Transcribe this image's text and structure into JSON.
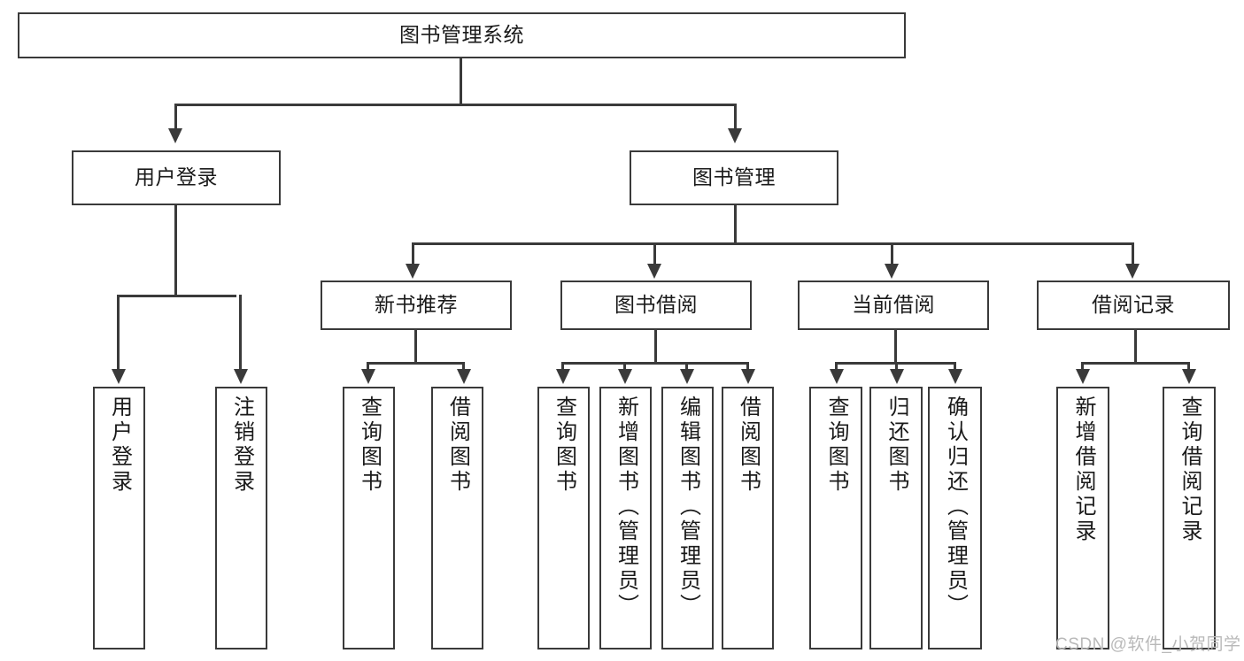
{
  "diagram": {
    "title": "图书管理系统",
    "type": "tree-hierarchy",
    "colors": {
      "stroke": "#3a3a3a",
      "fill": "#ffffff",
      "text": "#1a1a1a",
      "watermark": "#b9b9b9"
    }
  },
  "nodes": {
    "root": {
      "label": "图书管理系统"
    },
    "level2": [
      {
        "label": "用户登录"
      },
      {
        "label": "图书管理"
      }
    ],
    "level3": [
      {
        "label": "新书推荐"
      },
      {
        "label": "图书借阅"
      },
      {
        "label": "当前借阅"
      },
      {
        "label": "借阅记录"
      }
    ],
    "leaves": {
      "user_login": [
        {
          "label": "用户登录"
        },
        {
          "label": "注销登录"
        }
      ],
      "new_book_recommend": [
        {
          "label": "查询图书"
        },
        {
          "label": "借阅图书"
        }
      ],
      "book_borrow": [
        {
          "label": "查询图书"
        },
        {
          "label": "新增图书（管理员）"
        },
        {
          "label": "编辑图书（管理员）"
        },
        {
          "label": "借阅图书"
        }
      ],
      "current_borrow": [
        {
          "label": "查询图书"
        },
        {
          "label": "归还图书"
        },
        {
          "label": "确认归还（管理员）"
        }
      ],
      "borrow_record": [
        {
          "label": "新增借阅记录"
        },
        {
          "label": "查询借阅记录"
        }
      ]
    }
  },
  "watermark": {
    "text": "CSDN @软件_小贺同学"
  }
}
